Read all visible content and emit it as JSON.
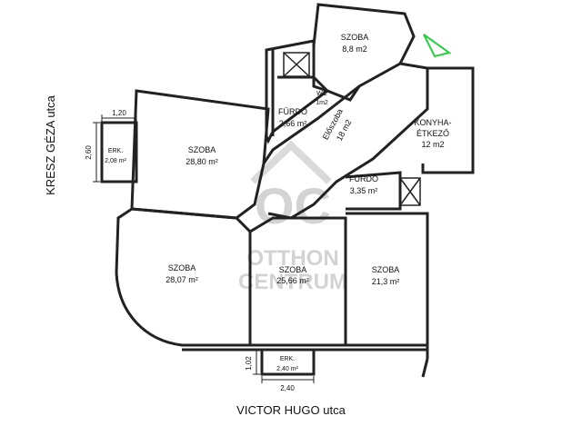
{
  "rooms": [
    {
      "id": "szoba-top",
      "name": "SZOBA",
      "area": "8,8 m2"
    },
    {
      "id": "wc",
      "name": "WC",
      "area": "1m2"
    },
    {
      "id": "furdo-1",
      "name": "FÜRDŐ",
      "area": "2,66 m²"
    },
    {
      "id": "eloszoba",
      "name": "Előszoba",
      "area": "18 m2"
    },
    {
      "id": "konyha",
      "name": "KONYHA-",
      "name2": "ÉTKEZŐ",
      "area": "12 m2"
    },
    {
      "id": "szoba-mid",
      "name": "SZOBA",
      "area": "28,80 m²"
    },
    {
      "id": "erk-left",
      "name": "ERK.",
      "area": "2,08 m²"
    },
    {
      "id": "furdo-2",
      "name": "FÜRDŐ",
      "area": "3,35 m²"
    },
    {
      "id": "szoba-left",
      "name": "SZOBA",
      "area": "28,07 m²"
    },
    {
      "id": "szoba-center",
      "name": "SZOBA",
      "area": "25,66 m²"
    },
    {
      "id": "szoba-right",
      "name": "SZOBA",
      "area": "21,3 m²"
    },
    {
      "id": "erk-bottom",
      "name": "ERK.",
      "area": "2,40 m²"
    }
  ],
  "dimensions": {
    "erk_left_width": "1,20",
    "erk_left_depth": "2,60",
    "erk_bottom_depth": "1,02",
    "erk_bottom_width": "2,40"
  },
  "streets": {
    "left": "KRESZ GÉZA utca",
    "bottom": "VICTOR HUGO utca"
  },
  "watermark": {
    "logo": "OC",
    "line1": "OTTHON",
    "line2": "CENTRUM"
  },
  "colors": {
    "wall": "#222222",
    "north_arrow": "#2ecc40",
    "watermark": "#cfcfcf"
  }
}
